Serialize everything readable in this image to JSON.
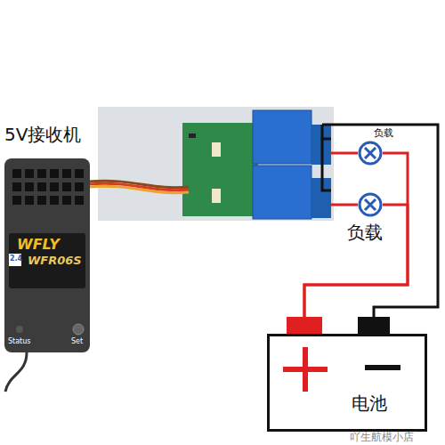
{
  "diagram": {
    "nodes": [
      {
        "text": [
          "5V接收机",
          "WFLY",
          "WFR06S"
        ]
      },
      {
        "text": [
          "负载"
        ]
      },
      {
        "text": [
          "负载"
        ]
      },
      {
        "text": [
          "电池"
        ]
      }
    ],
    "edges": [
      {
        "from": 3,
        "to": 1,
        "arrow": "none"
      },
      {
        "from": 3,
        "to": 2,
        "arrow": "none"
      }
    ],
    "labels": [
      "2.4",
      "Status",
      "Set",
      "吖生航模小店"
    ]
  }
}
